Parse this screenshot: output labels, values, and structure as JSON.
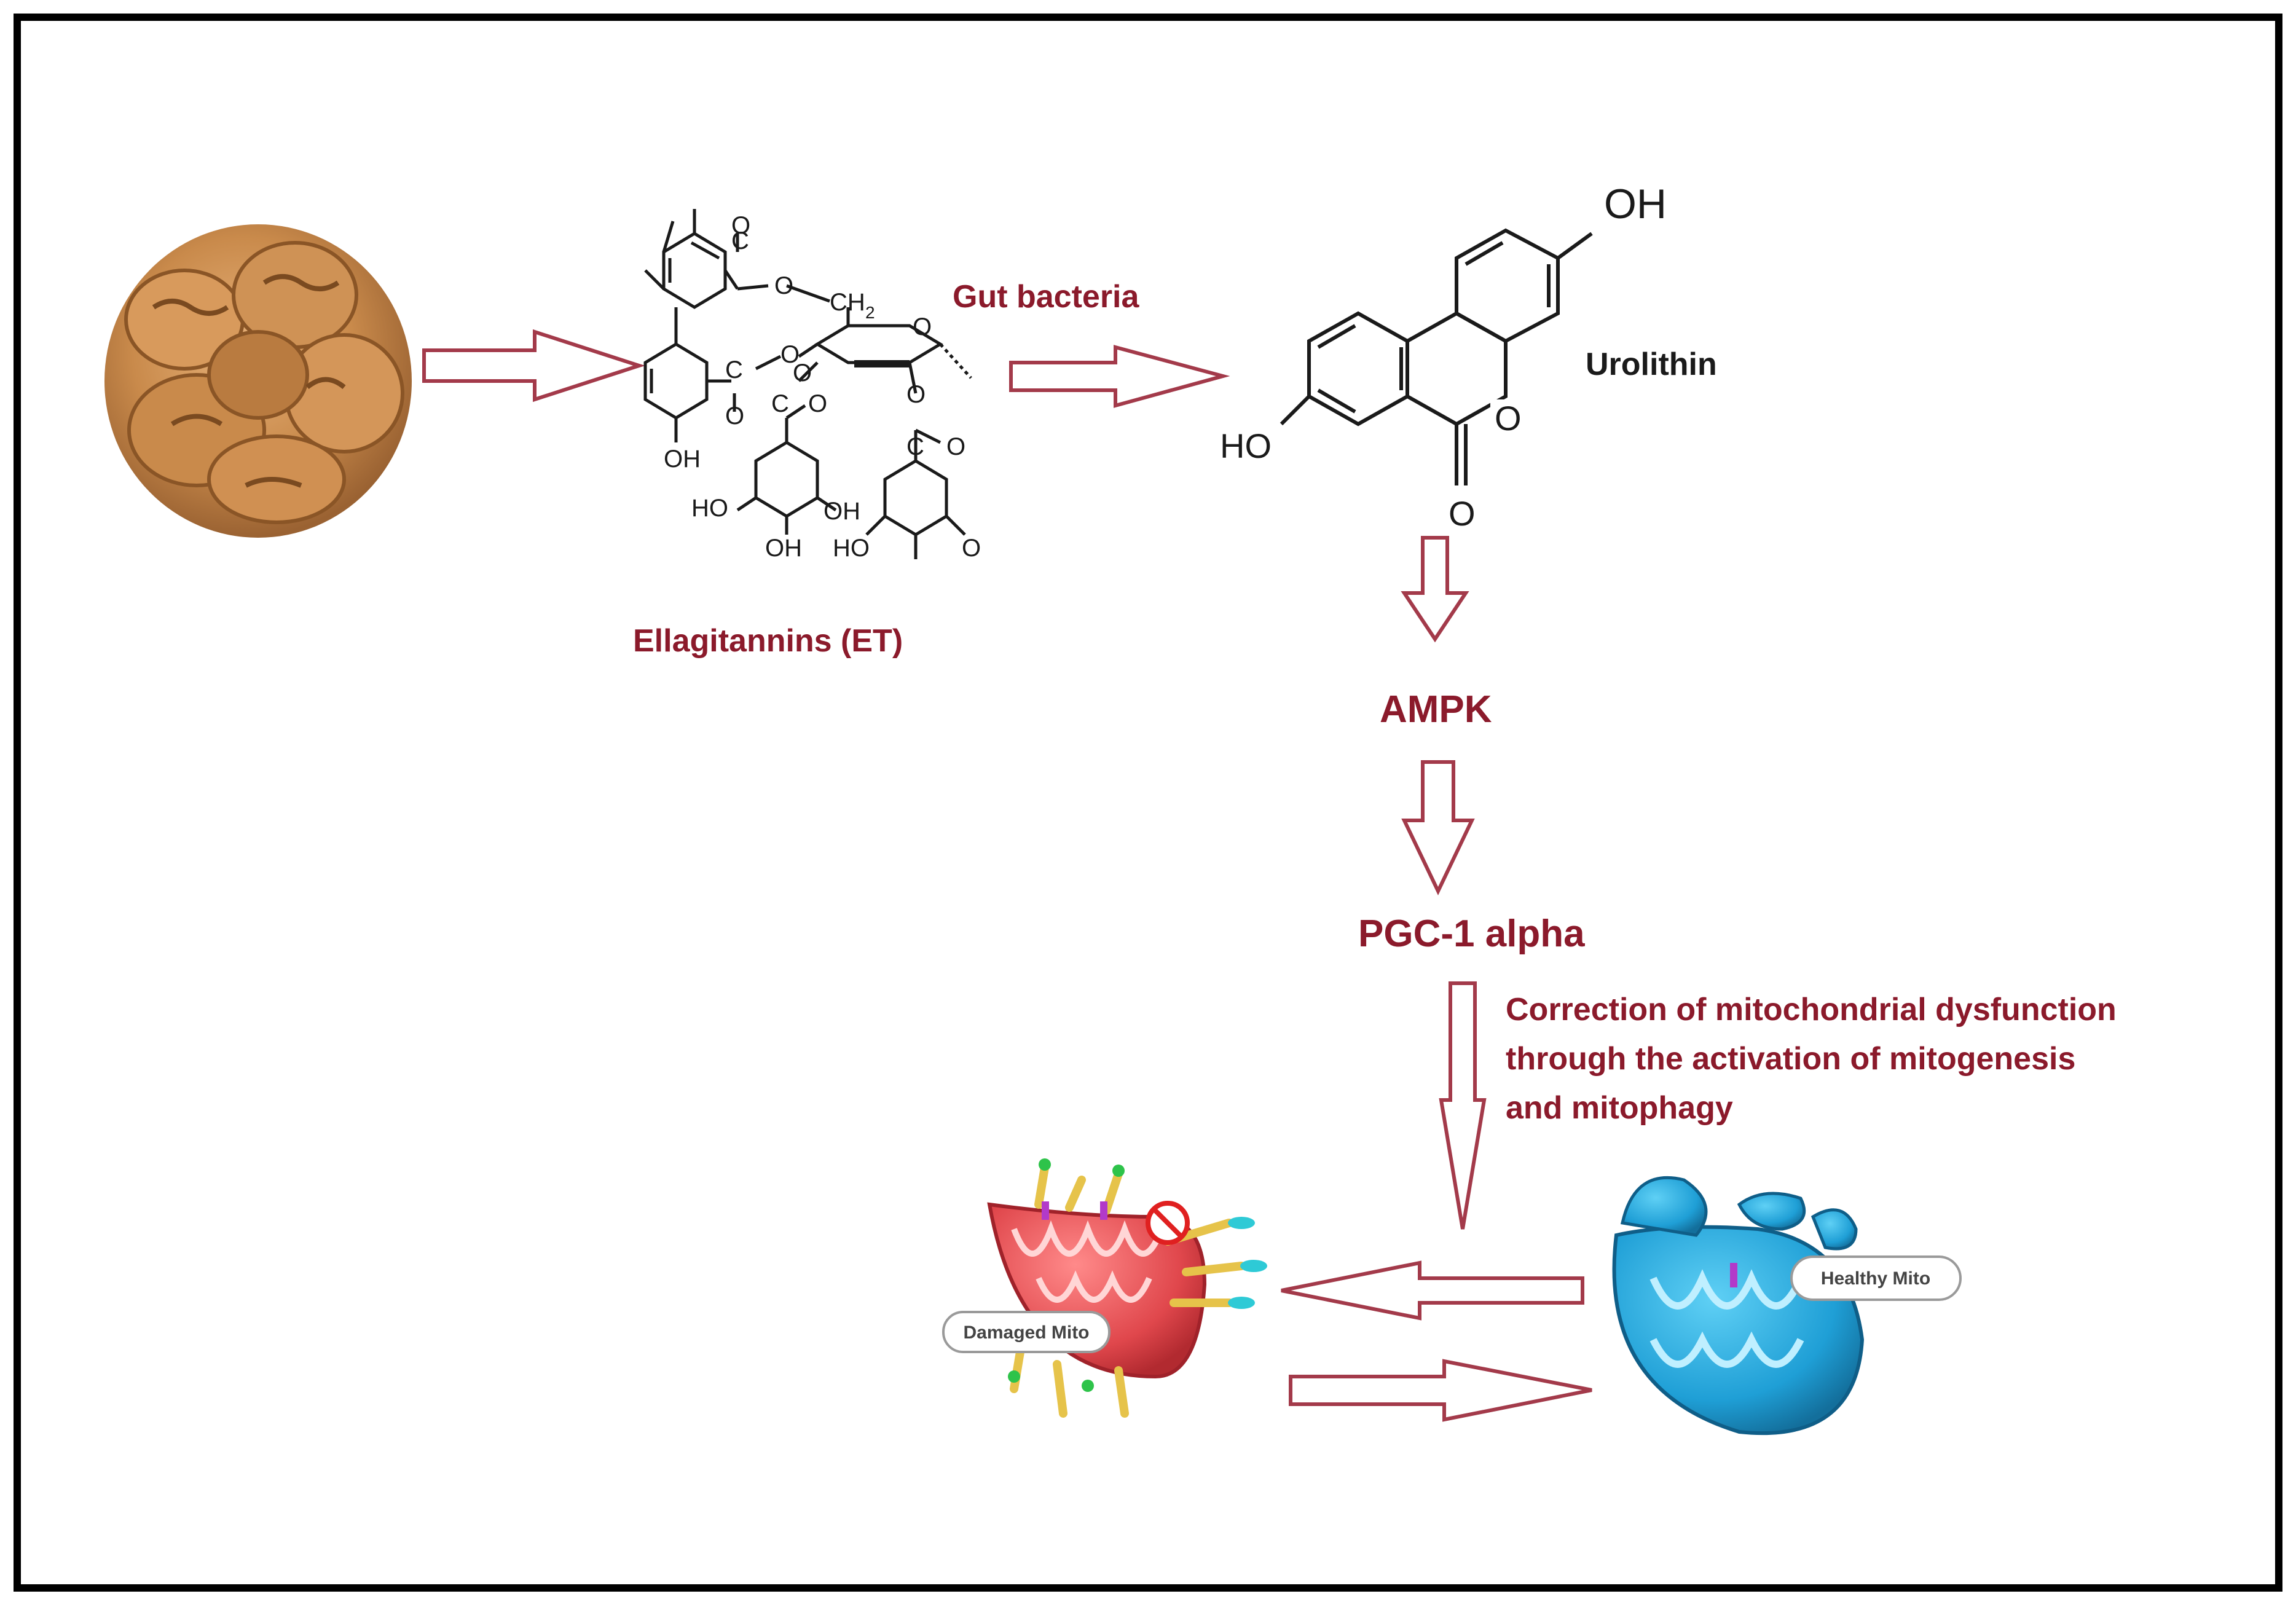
{
  "colors": {
    "label": "#8b1a2b",
    "arrow_stroke": "#a33a4a",
    "frame": "#000000",
    "walnut": "#c98a4b",
    "damaged_mito": "#e0474c",
    "healthy_mito": "#1f9fd6"
  },
  "icons": [
    "walnut-image",
    "damaged-mitochondrion-image",
    "healthy-mitochondrion-image"
  ],
  "labels": {
    "gut_bacteria": "Gut bacteria",
    "ellagitannins": "Ellagitannins (ET)",
    "urolithin": "Urolithin",
    "ampk": "AMPK",
    "pgc": "PGC-1 alpha",
    "correction_line1": "Correction of mitochondrial dysfunction",
    "correction_line2": "through the activation of mitogenesis",
    "correction_line3": "and mitophagy",
    "damaged_mito": "Damaged Mito",
    "healthy_mito": "Healthy Mito"
  },
  "chem": {
    "urolithin_oh_top": "OH",
    "urolithin_ho_left": "HO",
    "urolithin_ring_o": "O",
    "urolithin_carbonyl_o": "O",
    "et_oh_1": "OH",
    "et_ho_2": "HO",
    "et_oh_3": "OH",
    "et_oh_4": "OH",
    "et_ho_5": "HO",
    "et_o_6": "O",
    "et_ch2": "CH",
    "et_ch2_sub": "2",
    "et_c_1": "C",
    "et_c_2": "C",
    "et_c_3": "C",
    "et_c_4": "C",
    "et_o_a": "O",
    "et_o_b": "O",
    "et_o_c": "O",
    "et_o_d": "O",
    "et_o_e": "O",
    "et_o_f": "O",
    "et_o_g": "O",
    "et_o_h": "O",
    "et_o_ring": "O"
  }
}
